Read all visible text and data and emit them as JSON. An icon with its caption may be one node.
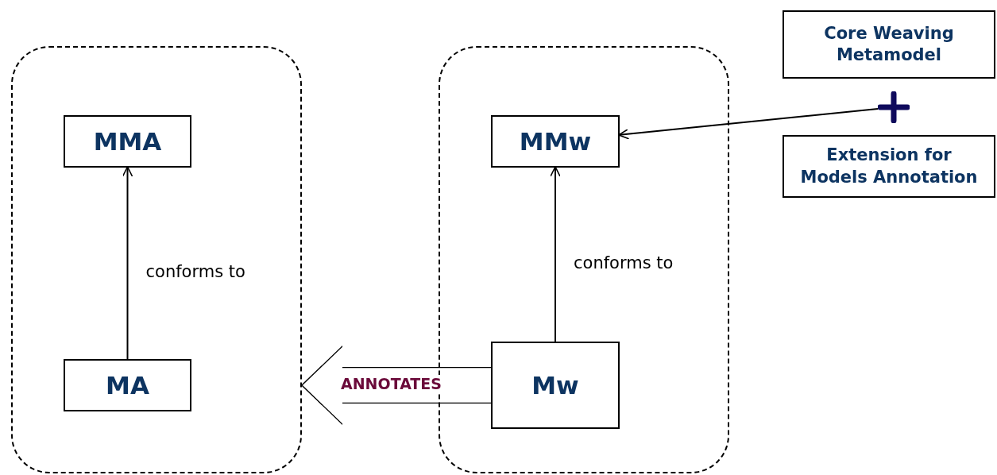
{
  "diagram": {
    "nodes": [
      {
        "text": [],
        "shape": "box"
      },
      {
        "text": [
          "MMA"
        ],
        "in": 0
      },
      {
        "text": [
          "MA"
        ],
        "in": 0
      },
      {
        "text": [],
        "shape": "box"
      },
      {
        "text": [
          "MMw"
        ],
        "in": 3
      },
      {
        "text": [
          "Mw"
        ],
        "in": 3
      },
      {
        "text": [
          "Core Weaving Metamodel"
        ]
      },
      {
        "text": [],
        "shape": "plus"
      },
      {
        "text": [
          "Extension for Models Annotation"
        ]
      }
    ],
    "edges": [
      {
        "from": 2,
        "to": 1,
        "arrow": "to",
        "label": "conforms to"
      },
      {
        "from": 5,
        "to": 4,
        "arrow": "to",
        "label": "conforms to"
      },
      {
        "from": 7,
        "to": 4,
        "arrow": "to"
      },
      {
        "from": 5,
        "to": 0,
        "arrow": "to",
        "label": "ANNOTATES",
        "style": "thick"
      }
    ]
  }
}
